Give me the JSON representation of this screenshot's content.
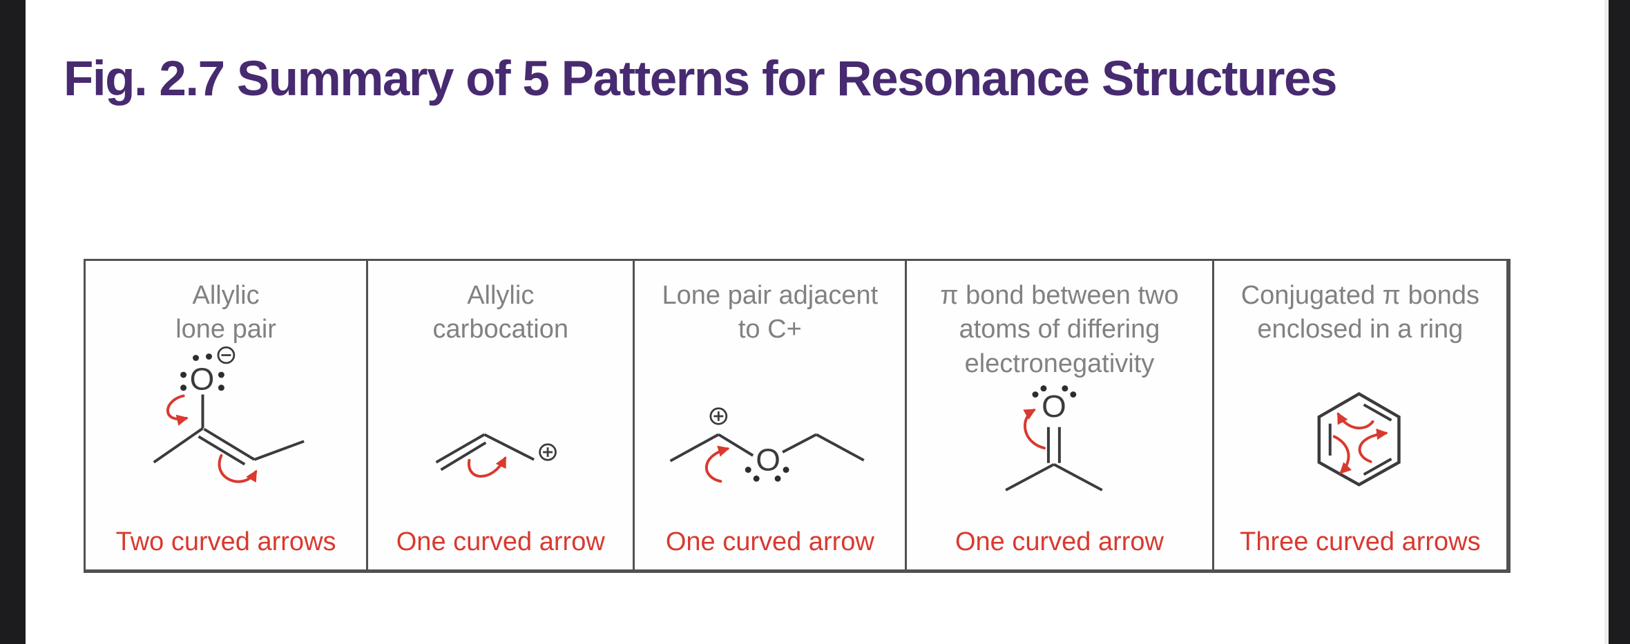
{
  "title": "Fig. 2.7 Summary of 5 Patterns for Resonance Structures",
  "colors": {
    "title_purple": "#472a70",
    "header_gray": "#818184",
    "caption_red": "#d9392f",
    "arrow_red": "#d9392f",
    "structure_ink": "#3b3b3e",
    "table_border": "#515153",
    "side_strip_black": "#1c1c1f"
  },
  "table": {
    "cells": [
      {
        "header": "Allylic\nlone pair",
        "caption": "Two curved arrows",
        "structure": "allylic lone pair (enolate with O minus)",
        "atom_label": "O",
        "charge": "minus"
      },
      {
        "header": "Allylic\ncarbocation",
        "caption": "One curved arrow",
        "structure": "allyl cation (C=C next to C plus)",
        "charge": "plus"
      },
      {
        "header": "Lone pair adjacent\nto C+",
        "caption": "One curved arrow",
        "structure": "oxocarbenium precursor (C plus next to O lone pair)",
        "atom_label": "O",
        "charge": "plus"
      },
      {
        "header": "π bond between two\natoms of differing\nelectronegativity",
        "caption": "One curved arrow",
        "structure": "ketone C=O (acetone)",
        "atom_label": "O"
      },
      {
        "header": "Conjugated π bonds\nenclosed in a ring",
        "caption": "Three curved arrows",
        "structure": "benzene ring with circulating arrows"
      }
    ]
  }
}
